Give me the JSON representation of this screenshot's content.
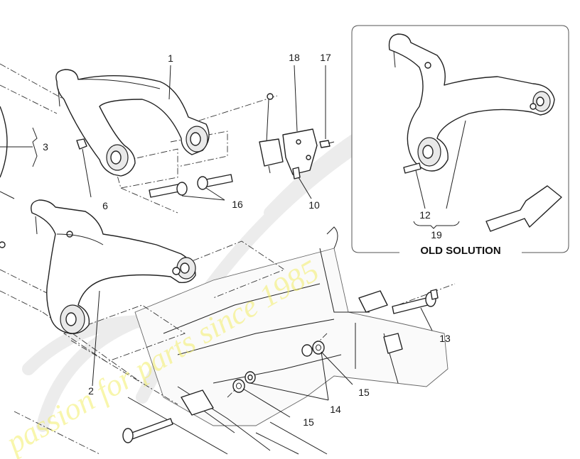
{
  "callouts": {
    "n1": "1",
    "n2": "2",
    "n3": "3",
    "n6": "6",
    "n10": "10",
    "n12": "12",
    "n13": "13",
    "n14": "14",
    "n15a": "15",
    "n15b": "15",
    "n16": "16",
    "n17": "17",
    "n18": "18",
    "n19": "19"
  },
  "inset": {
    "title": "OLD SOLUTION"
  },
  "watermark": {
    "line1": "passion for parts since 1985"
  }
}
